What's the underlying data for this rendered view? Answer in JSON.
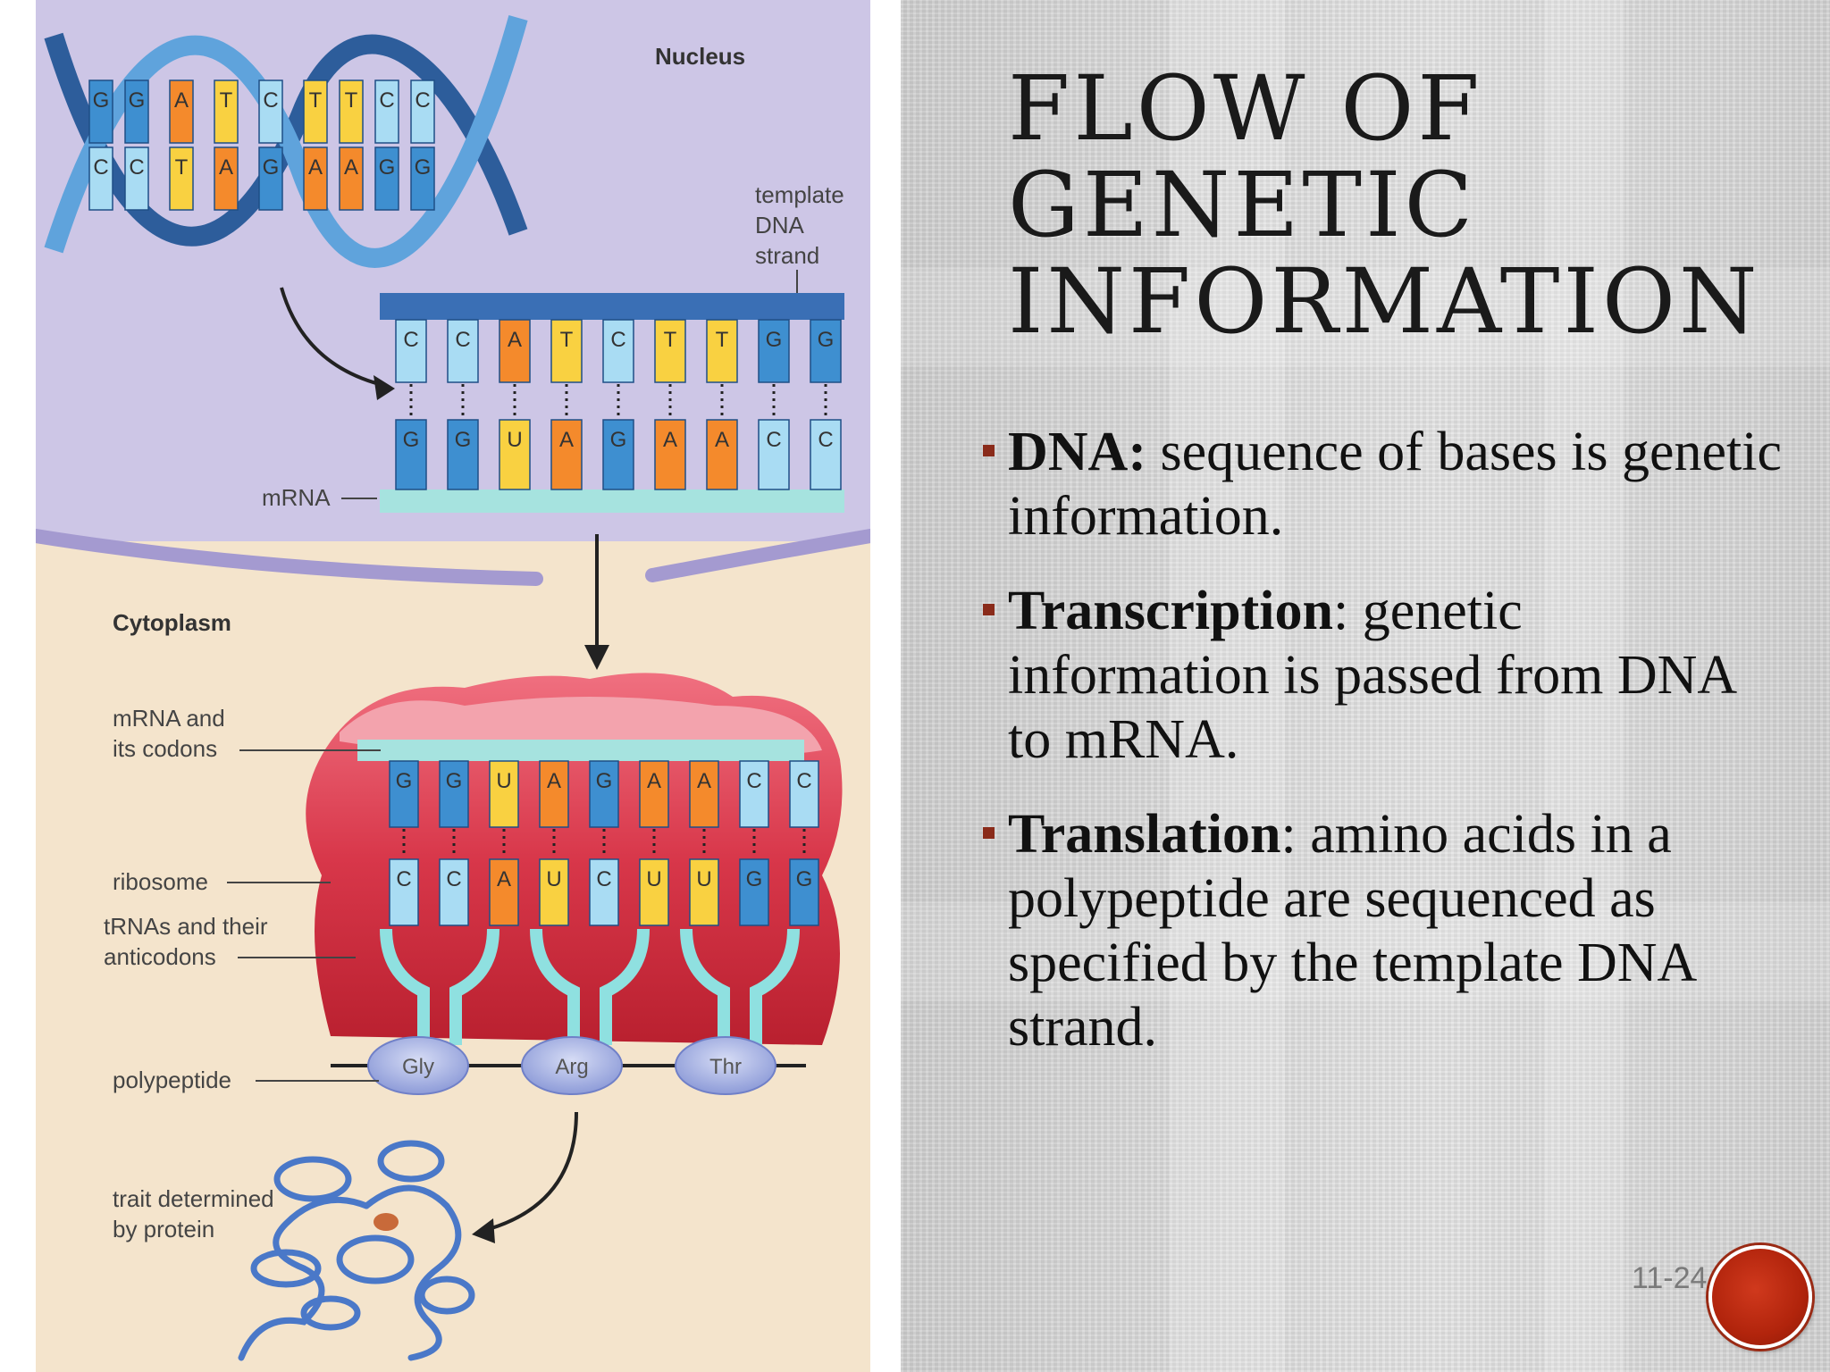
{
  "diagram": {
    "labels": {
      "nucleus": "Nucleus",
      "template_dna_line1": "template",
      "template_dna_line2": "DNA",
      "template_dna_line3": "strand",
      "mrna": "mRNA",
      "cytoplasm": "Cytoplasm",
      "mrna_codons_line1": "mRNA and",
      "mrna_codons_line2": "its codons",
      "ribosome": "ribosome",
      "trnas_line1": "tRNAs and their",
      "trnas_line2": "anticodons",
      "polypeptide": "polypeptide",
      "trait_line1": "trait determined",
      "trait_line2": "by protein"
    },
    "helix_bases": [
      "G",
      "C",
      "G",
      "C",
      "A",
      "T",
      "T",
      "A",
      "C",
      "G",
      "T",
      "A",
      "T",
      "A",
      "C",
      "G",
      "C",
      "G"
    ],
    "template_strand": [
      "C",
      "C",
      "A",
      "T",
      "C",
      "T",
      "T",
      "G",
      "G"
    ],
    "mrna_strand": [
      "G",
      "G",
      "U",
      "A",
      "G",
      "A",
      "A",
      "C",
      "C"
    ],
    "ribosome_codons": [
      "G",
      "G",
      "U",
      "A",
      "G",
      "A",
      "A",
      "C",
      "C"
    ],
    "anticodons": [
      "C",
      "C",
      "A",
      "U",
      "C",
      "U",
      "U",
      "G",
      "G"
    ],
    "amino_acids": [
      "Gly",
      "Arg",
      "Thr"
    ],
    "colors": {
      "nucleus_bg": "#cdc6e6",
      "cytoplasm_bg": "#f4e4cc",
      "blue_base": "#3e8fd0",
      "light_blue_base": "#a9dcf3",
      "orange_base": "#f48a2c",
      "yellow_base": "#f9d141",
      "mrna_teal": "#a6e3df",
      "ribosome_red": "#d8374a"
    }
  },
  "slide": {
    "title": "Flow of Genetic Information",
    "bullets": [
      {
        "term": "DNA:",
        "text": " sequence of bases is genetic information."
      },
      {
        "term": "Transcription",
        "text": ": genetic information is passed from DNA to mRNA."
      },
      {
        "term": "Translation",
        "text": ": amino acids in a polypeptide are sequenced as specified by the template DNA strand."
      }
    ],
    "slide_number": "11-24"
  }
}
